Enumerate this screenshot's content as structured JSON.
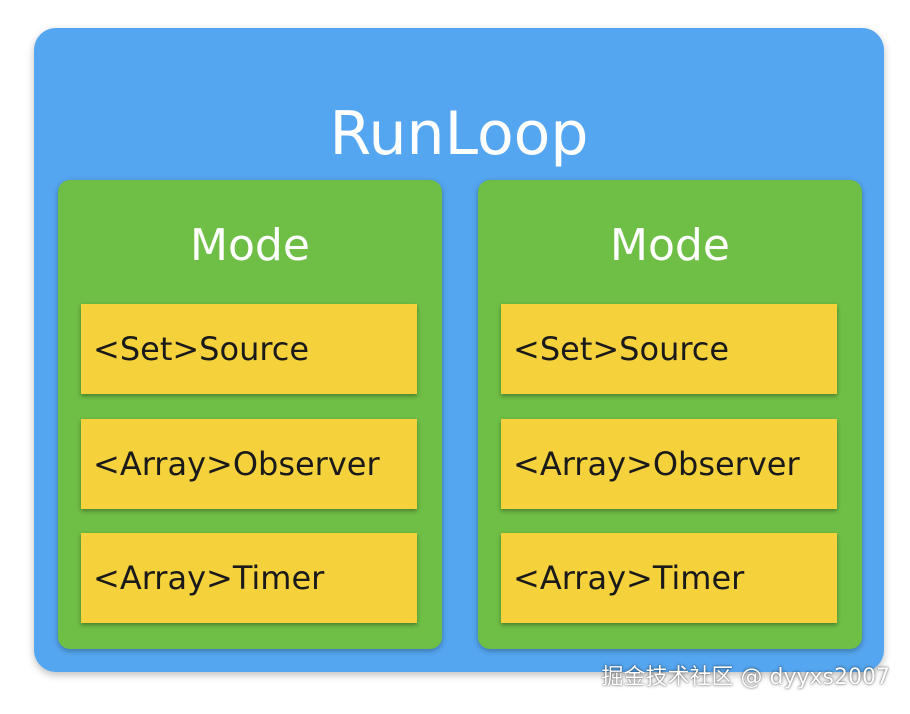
{
  "runloop": {
    "title": "RunLoop",
    "modes": [
      {
        "title": "Mode",
        "items": [
          "<Set>Source",
          "<Array>Observer",
          "<Array>Timer"
        ]
      },
      {
        "title": "Mode",
        "items": [
          "<Set>Source",
          "<Array>Observer",
          "<Array>Timer"
        ]
      }
    ]
  },
  "watermark": "掘金技术社区 @ dyyxs2007",
  "colors": {
    "runloop_bg": "#55a6f0",
    "mode_bg": "#6fbe46",
    "item_bg": "#f5d23b",
    "title_text": "#ffffff",
    "item_text": "#1a1a1a"
  }
}
